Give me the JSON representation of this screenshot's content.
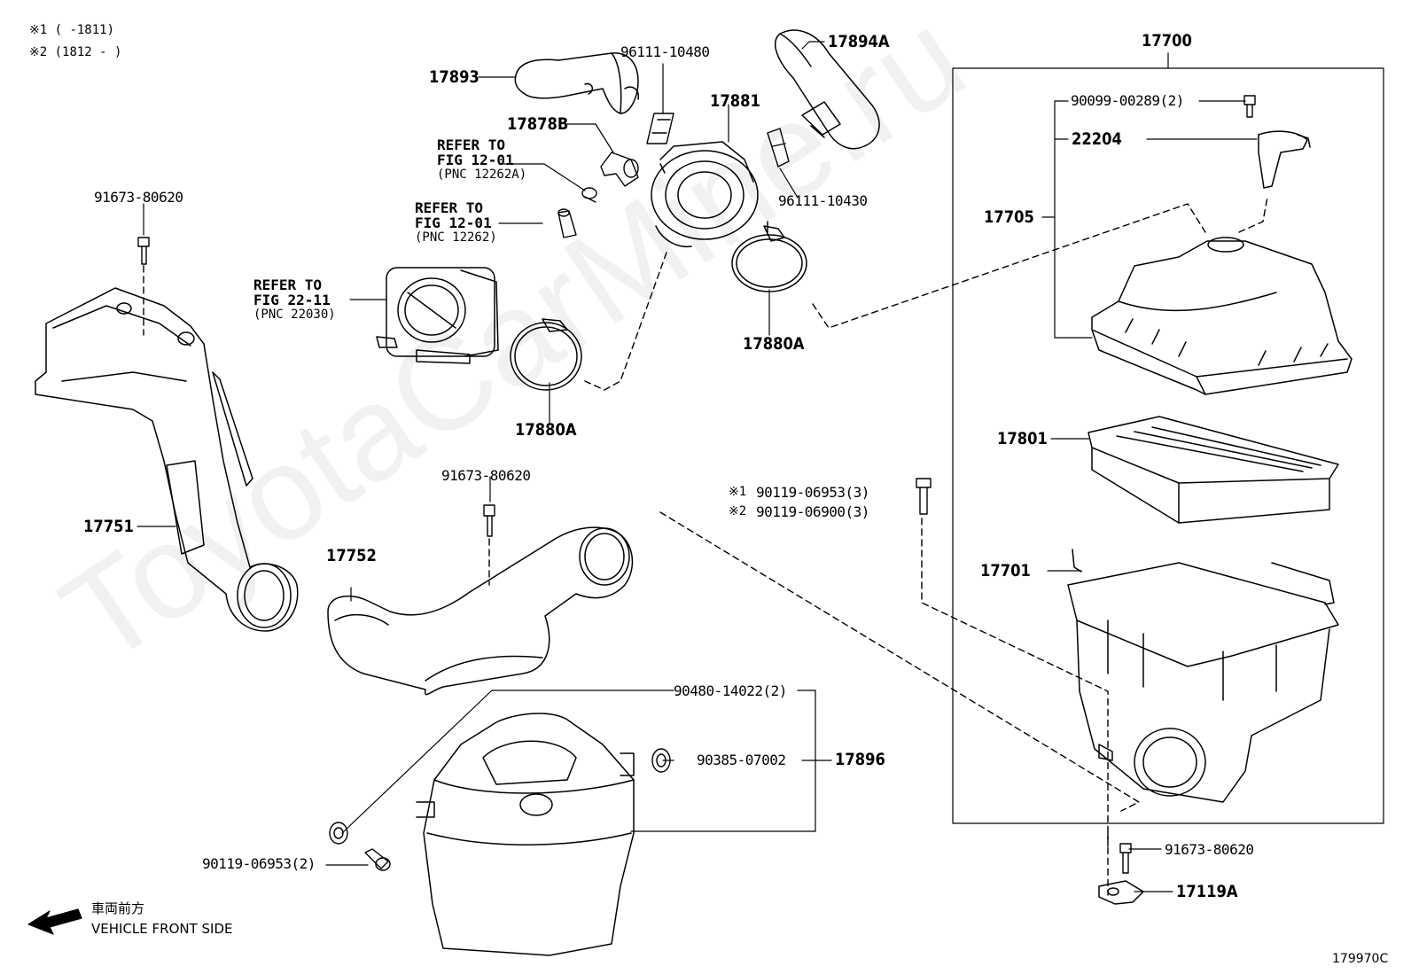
{
  "notes": {
    "note1": "※1 (     -1811)",
    "note2": "※2 (1812 -     )"
  },
  "watermark": "ToyotaCarMine.ru",
  "diagram_id": "179970C",
  "vehicle_front": {
    "jp": "車両前方",
    "en": "VEHICLE FRONT SIDE"
  },
  "refs": {
    "r1": {
      "line1": "REFER TO",
      "line2": "FIG 12-01",
      "line3": "(PNC 12262A)"
    },
    "r2": {
      "line1": "REFER TO",
      "line2": "FIG 12-01",
      "line3": "(PNC 12262)"
    },
    "r3": {
      "line1": "REFER TO",
      "line2": "FIG 22-11",
      "line3": "(PNC 22030)"
    }
  },
  "parts": {
    "p17893": "17893",
    "p96111_10480": "96111-10480",
    "p17894A": "17894A",
    "p17878B": "17878B",
    "p17881": "17881",
    "p96111_10430": "96111-10430",
    "p91673_80620_a": "91673-80620",
    "p17880A_a": "17880A",
    "p17880A_b": "17880A",
    "p17751": "17751",
    "p91673_80620_b": "91673-80620",
    "p17752": "17752",
    "p90119_06953_3": "90119-06953(3)",
    "p90119_06900_3": "90119-06900(3)",
    "mark1": "※1",
    "mark2": "※2",
    "p90480_14022": "90480-14022(2)",
    "p90385_07002": "90385-07002",
    "p17896": "17896",
    "p90119_06953_2": "90119-06953(2)",
    "p17700": "17700",
    "p90099_00289": "90099-00289(2)",
    "p22204": "22204",
    "p17705": "17705",
    "p17801": "17801",
    "p17701": "17701",
    "p91673_80620_c": "91673-80620",
    "p17119A": "17119A"
  }
}
